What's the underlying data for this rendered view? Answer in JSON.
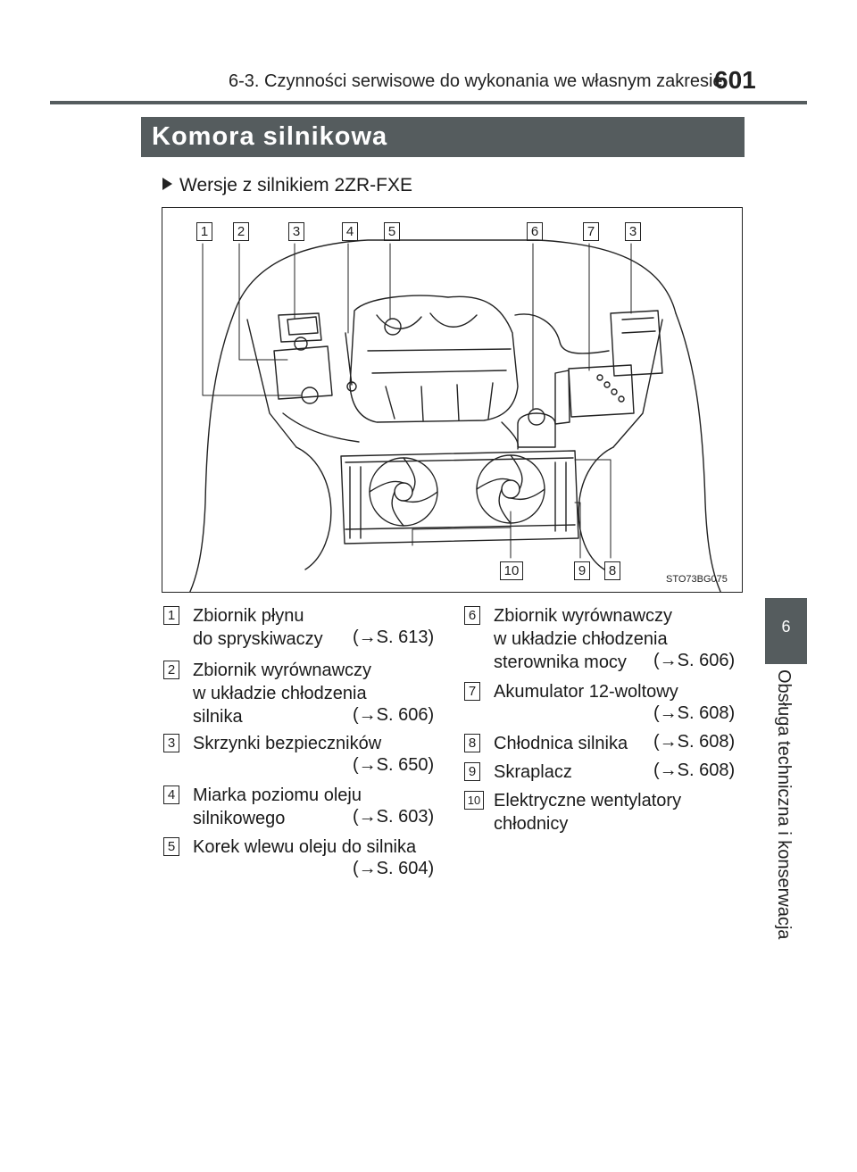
{
  "header": {
    "section_title": "6-3. Czynności serwisowe do wykonania we własnym zakresie",
    "page_number": "601"
  },
  "section_bar": {
    "title": "Komora silnikowa"
  },
  "side_tab": {
    "chapter_number": "6",
    "chapter_title": "Obsługa techniczna i konserwacja"
  },
  "subheading": "Wersje z silnikiem 2ZR-FXE",
  "figure": {
    "code": "STO73BG075",
    "callouts_top": [
      "1",
      "2",
      "3",
      "4",
      "5",
      "6",
      "7",
      "3"
    ],
    "callouts_bottom": [
      "10",
      "9",
      "8"
    ]
  },
  "legend": [
    {
      "num": "1",
      "text": "Zbiornik płynu\ndo spryskiwaczy",
      "ref": "(→S. 613)"
    },
    {
      "num": "2",
      "text": "Zbiornik wyrównawczy\nw układzie chłodzenia\nsilnika",
      "ref": "(→S. 606)"
    },
    {
      "num": "3",
      "text": "Skrzynki bezpieczników",
      "ref": "(→S. 650)"
    },
    {
      "num": "4",
      "text": "Miarka poziomu oleju\nsilnikowego",
      "ref": "(→S. 603)"
    },
    {
      "num": "5",
      "text": "Korek wlewu oleju do silnika",
      "ref": "(→S. 604)"
    },
    {
      "num": "6",
      "text": "Zbiornik wyrównawczy\nw układzie chłodzenia\nsterownika mocy",
      "ref": "(→S. 606)"
    },
    {
      "num": "7",
      "text": "Akumulator 12-woltowy",
      "ref": "(→S. 608)"
    },
    {
      "num": "8",
      "text": "Chłodnica silnika",
      "ref": "(→S. 608)"
    },
    {
      "num": "9",
      "text": "Skraplacz",
      "ref": "(→S. 608)"
    },
    {
      "num": "10",
      "text": "Elektryczne wentylatory\nchłodnicy",
      "ref": ""
    }
  ]
}
